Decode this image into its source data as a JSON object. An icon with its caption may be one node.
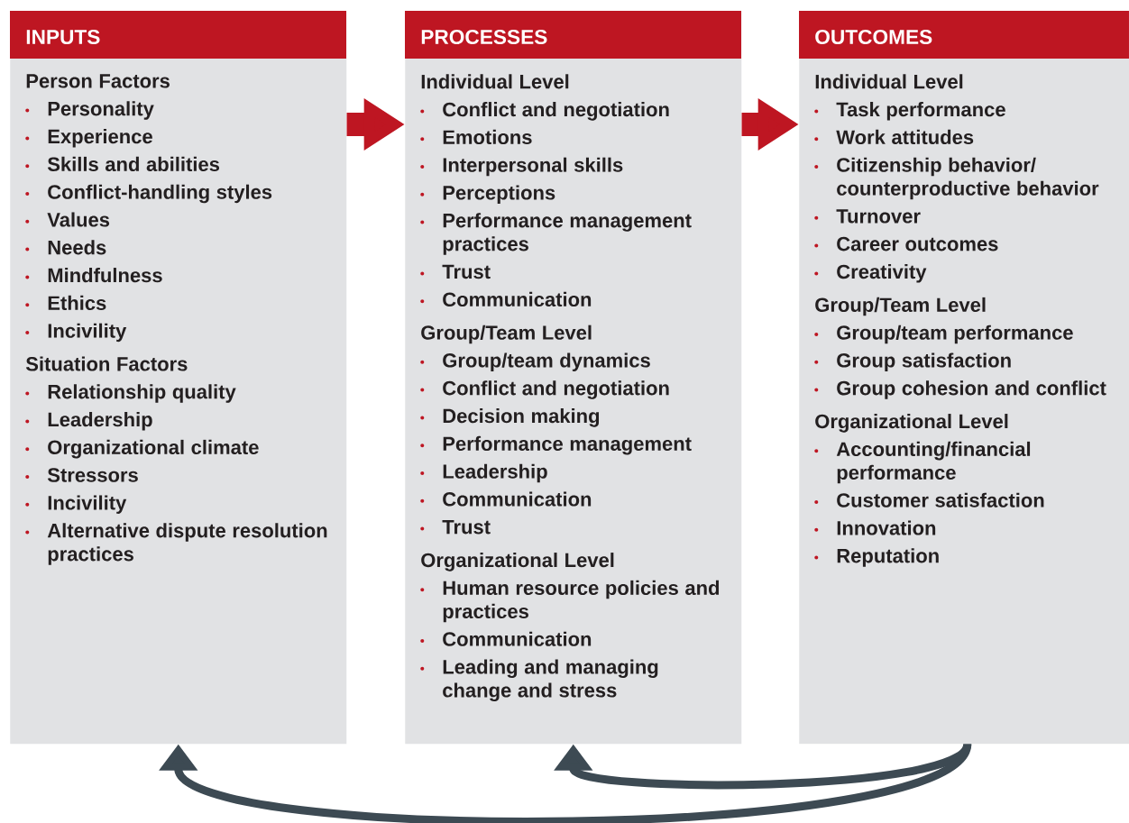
{
  "diagram": {
    "nodes": [
      {
        "text": [
          "INPUTS",
          "Person Factors",
          "Personality",
          "Experience",
          "Skills and abilities",
          "Conflict-handling styles",
          "Values",
          "Needs",
          "Mindfulness",
          "Ethics",
          "Incivility",
          "Situation Factors",
          "Relationship quality",
          "Leadership",
          "Organizational climate",
          "Stressors",
          "Incivility",
          "Alternative dispute resolution practices"
        ]
      },
      {
        "text": [
          "PROCESSES",
          "Individual Level",
          "Conflict and negotiation",
          "Emotions",
          "Interpersonal skills",
          "Perceptions",
          "Performance management practices",
          "Trust",
          "Communication",
          "Group/Team Level",
          "Group/team dynamics",
          "Conflict and negotiation",
          "Decision making",
          "Performance management",
          "Leadership",
          "Communication",
          "Trust",
          "Organizational Level",
          "Human resource policies and practices",
          "Communication",
          "Leading and managing change and stress"
        ]
      },
      {
        "text": [
          "OUTCOMES",
          "Individual Level",
          "Task performance",
          "Work attitudes",
          "Citizenship behavior/ counterproductive behavior",
          "Turnover",
          "Career outcomes",
          "Creativity",
          "Group/Team Level",
          "Group/team performance",
          "Group satisfaction",
          "Group cohesion and conflict",
          "Organizational Level",
          "Accounting/financial performance",
          "Customer satisfaction",
          "Innovation",
          "Reputation"
        ]
      }
    ],
    "edges": [
      {
        "from": 0,
        "to": 1,
        "arrow": "to",
        "style": "thick",
        "color": "#be1622"
      },
      {
        "from": 1,
        "to": 2,
        "arrow": "to",
        "style": "thick",
        "color": "#be1622"
      },
      {
        "from": 2,
        "to": 1,
        "arrow": "to",
        "color": "#3d4a53"
      },
      {
        "from": 2,
        "to": 0,
        "arrow": "to",
        "color": "#3d4a53"
      }
    ]
  }
}
